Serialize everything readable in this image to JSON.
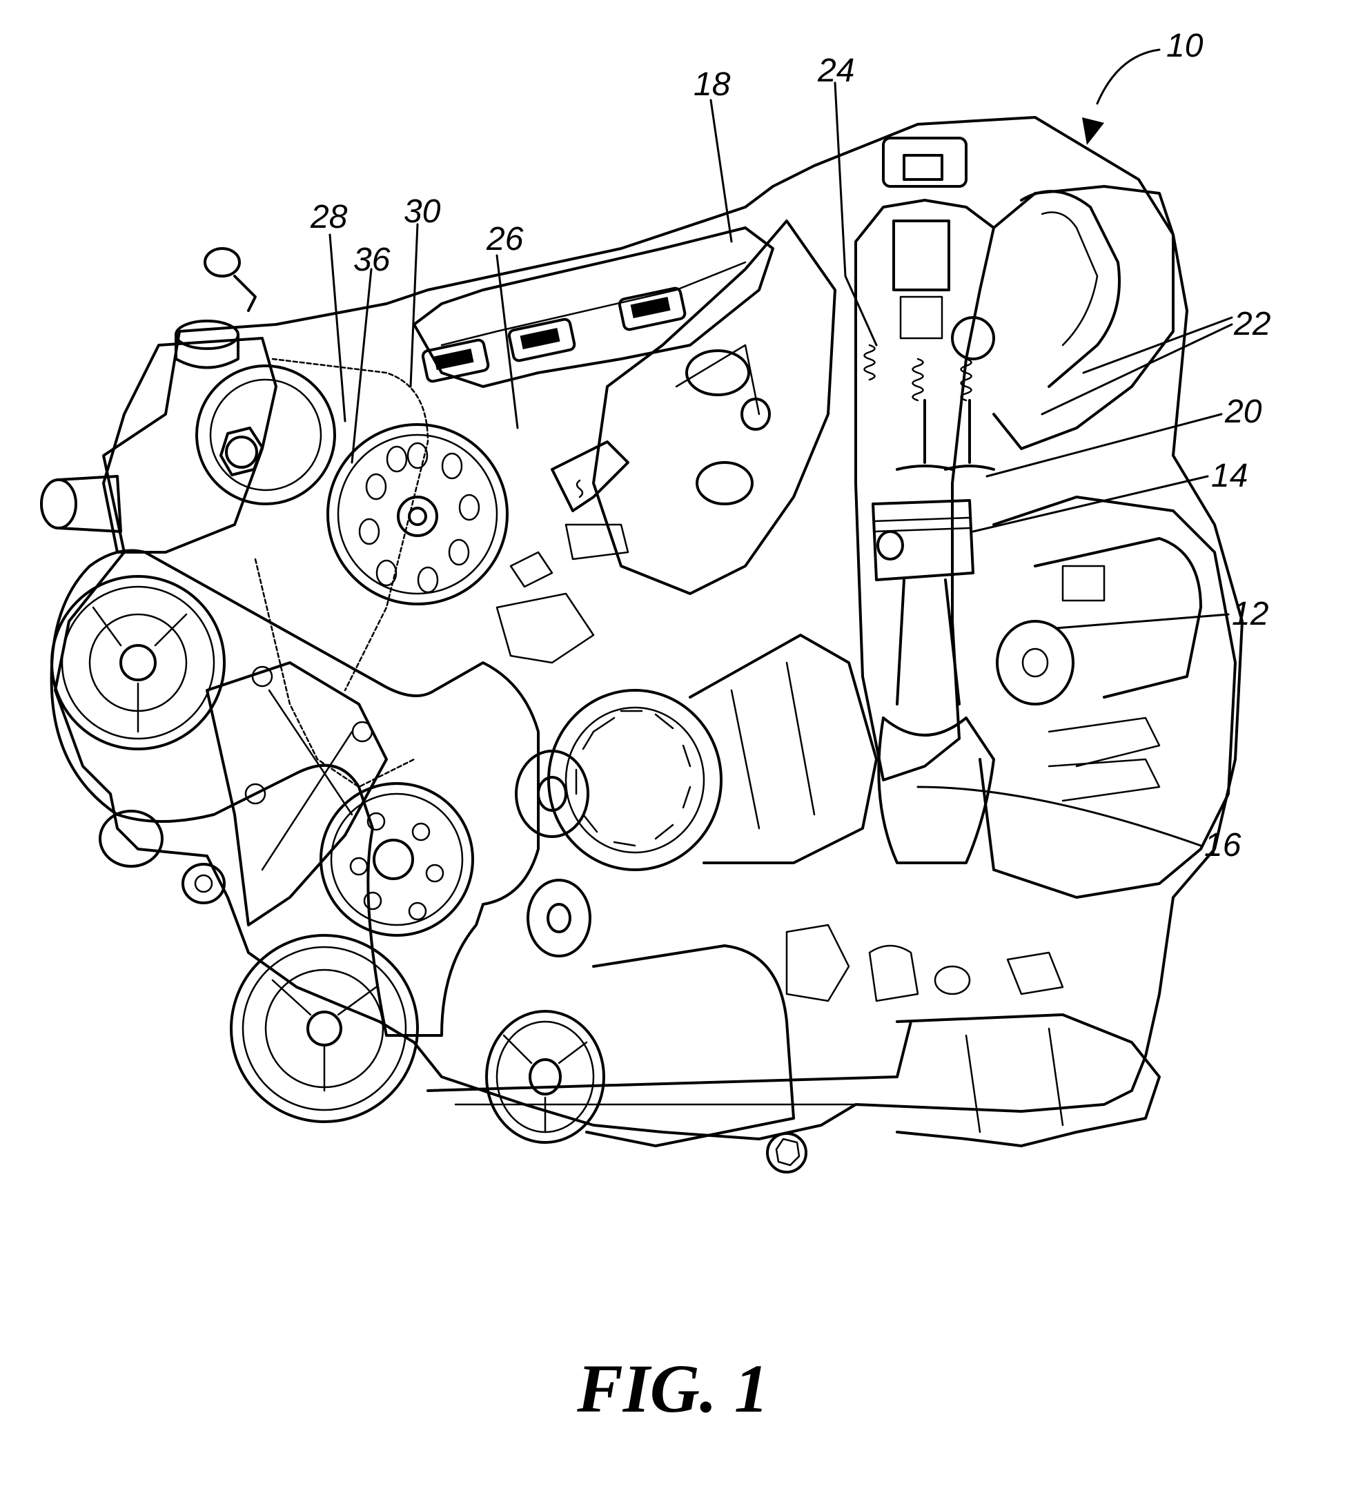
{
  "figure": {
    "caption": "FIG. 1",
    "reference_numerals": [
      {
        "id": "n10",
        "label": "10"
      },
      {
        "id": "n18",
        "label": "18"
      },
      {
        "id": "n24",
        "label": "24"
      },
      {
        "id": "n28",
        "label": "28"
      },
      {
        "id": "n30",
        "label": "30"
      },
      {
        "id": "n36",
        "label": "36"
      },
      {
        "id": "n26",
        "label": "26"
      },
      {
        "id": "n22",
        "label": "22"
      },
      {
        "id": "n20",
        "label": "20"
      },
      {
        "id": "n14",
        "label": "14"
      },
      {
        "id": "n12",
        "label": "12"
      },
      {
        "id": "n16",
        "label": "16"
      }
    ]
  }
}
